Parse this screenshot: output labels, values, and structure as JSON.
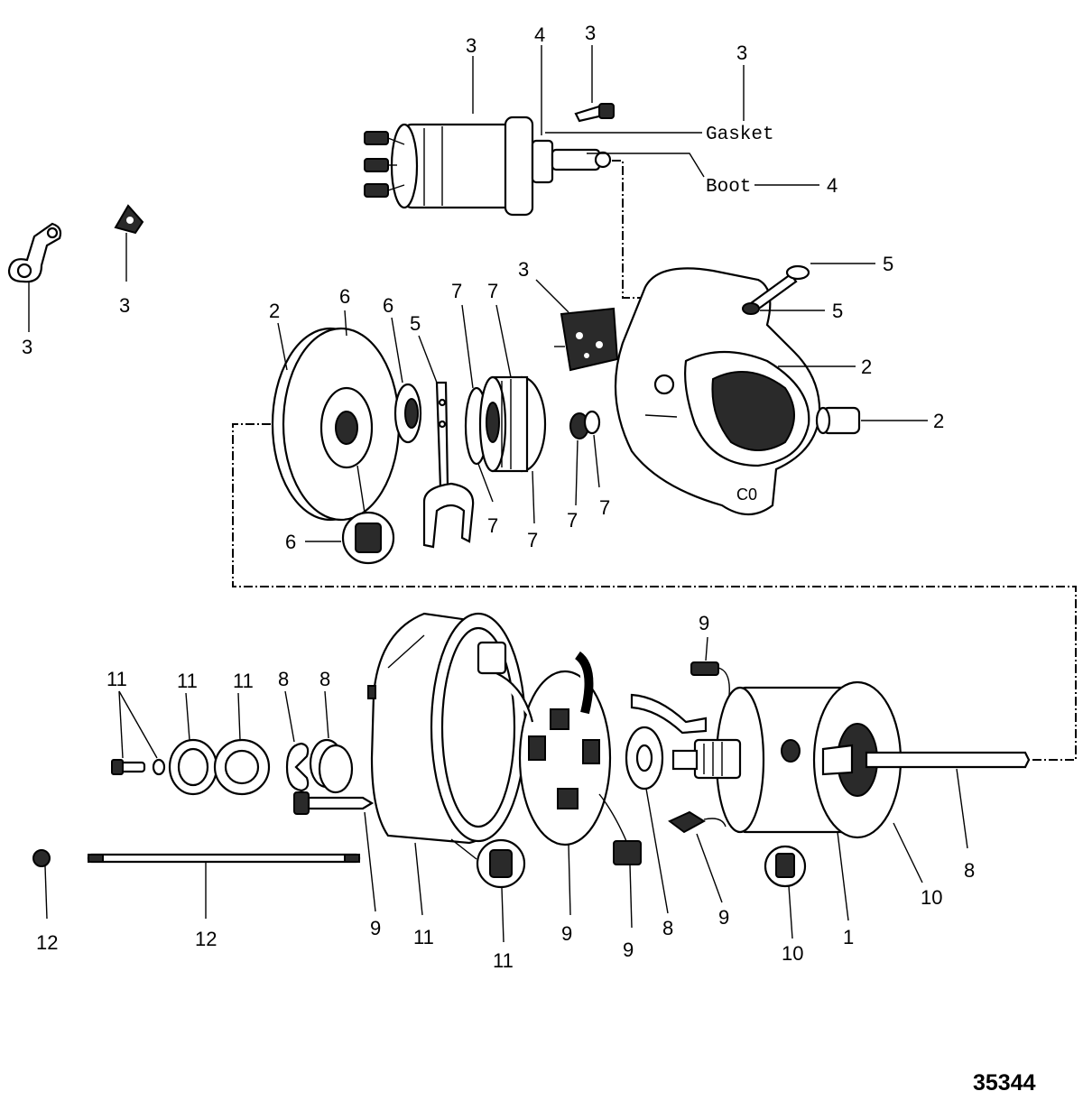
{
  "figure_number": "35344",
  "callouts": {
    "solenoid": "3",
    "plunger": "4",
    "solenoid_screw": "3",
    "gasket_ref": "3",
    "boot_ref": "4",
    "terminal_lug": "3",
    "terminal_clip": "3",
    "drive_housing_bolt": "5",
    "drive_housing_nut": "5",
    "drive_housing": "2",
    "drive_bushing": "2",
    "solenoid_block": "3",
    "end_plate": "2",
    "end_plate_washer": "6",
    "seal_left": "6",
    "end_plate_bushing": "6",
    "shift_lever": "5",
    "drive_gear_a": "7",
    "drive_gear_b": "7",
    "drive_washer": "7",
    "drive_pinion": "7",
    "stop_collar": "7",
    "snap_ring": "7",
    "frame_nut": "12",
    "through_bolt": "12",
    "cap_screw": "11",
    "washer_ring": "11",
    "seal_ring": "11",
    "retainer_a": "8",
    "retainer_b": "8",
    "brush_bolt": "9",
    "commutator_end_frame": "11",
    "end_frame_bushing": "11",
    "brush_holder": "9",
    "brush_spring": "9",
    "thrust_washer": "8",
    "top_brush": "9",
    "loose_brush": "9",
    "field_frame": "1",
    "pole_screw": "10",
    "field_screw": "10",
    "armature": "8"
  },
  "labels": {
    "gasket": "Gasket",
    "boot": "Boot"
  }
}
